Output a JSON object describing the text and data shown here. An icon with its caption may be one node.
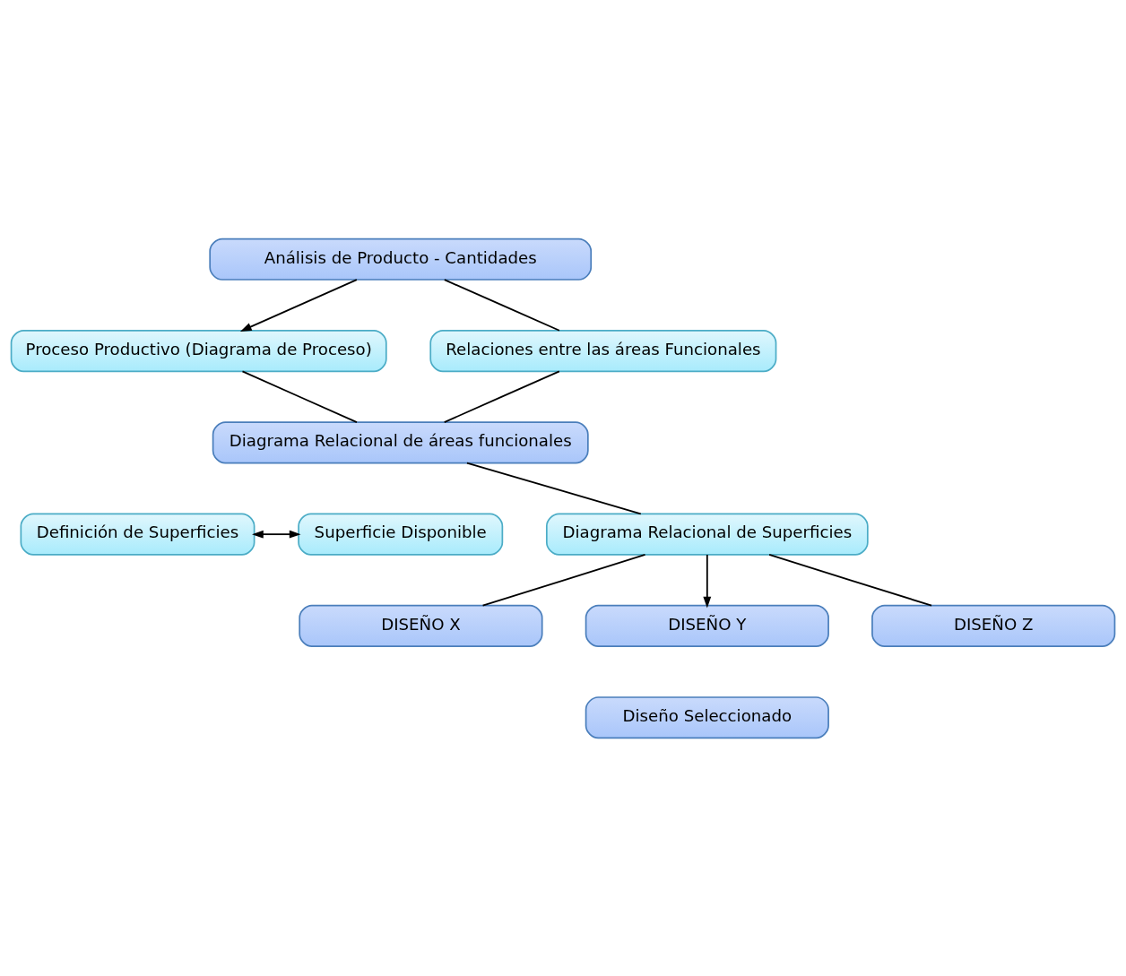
{
  "diagram": {
    "nodes": [
      {
        "text": [
          "Análisis de Producto - Cantidades"
        ]
      },
      {
        "text": [
          "Proceso Productivo (Diagrama de Proceso)"
        ]
      },
      {
        "text": [
          "Relaciones entre las áreas Funcionales"
        ]
      },
      {
        "text": [
          "Diagrama Relacional de áreas funcionales"
        ]
      },
      {
        "text": [
          "Definición de Superficies"
        ]
      },
      {
        "text": [
          "Superficie Disponible"
        ]
      },
      {
        "text": [
          "Diagrama Relacional de Superficies"
        ]
      },
      {
        "text": [
          "DISEÑO X"
        ]
      },
      {
        "text": [
          "DISEÑO Y"
        ]
      },
      {
        "text": [
          "DISEÑO Z"
        ]
      },
      {
        "text": [
          "Diseño Seleccionado"
        ]
      }
    ],
    "edges": [
      {
        "from": 0,
        "to": 1,
        "arrow": "to"
      },
      {
        "from": 0,
        "to": 2,
        "arrow": "none"
      },
      {
        "from": 1,
        "to": 3,
        "arrow": "none"
      },
      {
        "from": 2,
        "to": 3,
        "arrow": "none"
      },
      {
        "from": 3,
        "to": 6,
        "arrow": "none"
      },
      {
        "from": 4,
        "to": 5,
        "arrow": "both"
      },
      {
        "from": 6,
        "to": 7,
        "arrow": "none"
      },
      {
        "from": 6,
        "to": 8,
        "arrow": "to"
      },
      {
        "from": 6,
        "to": 9,
        "arrow": "none"
      }
    ]
  }
}
